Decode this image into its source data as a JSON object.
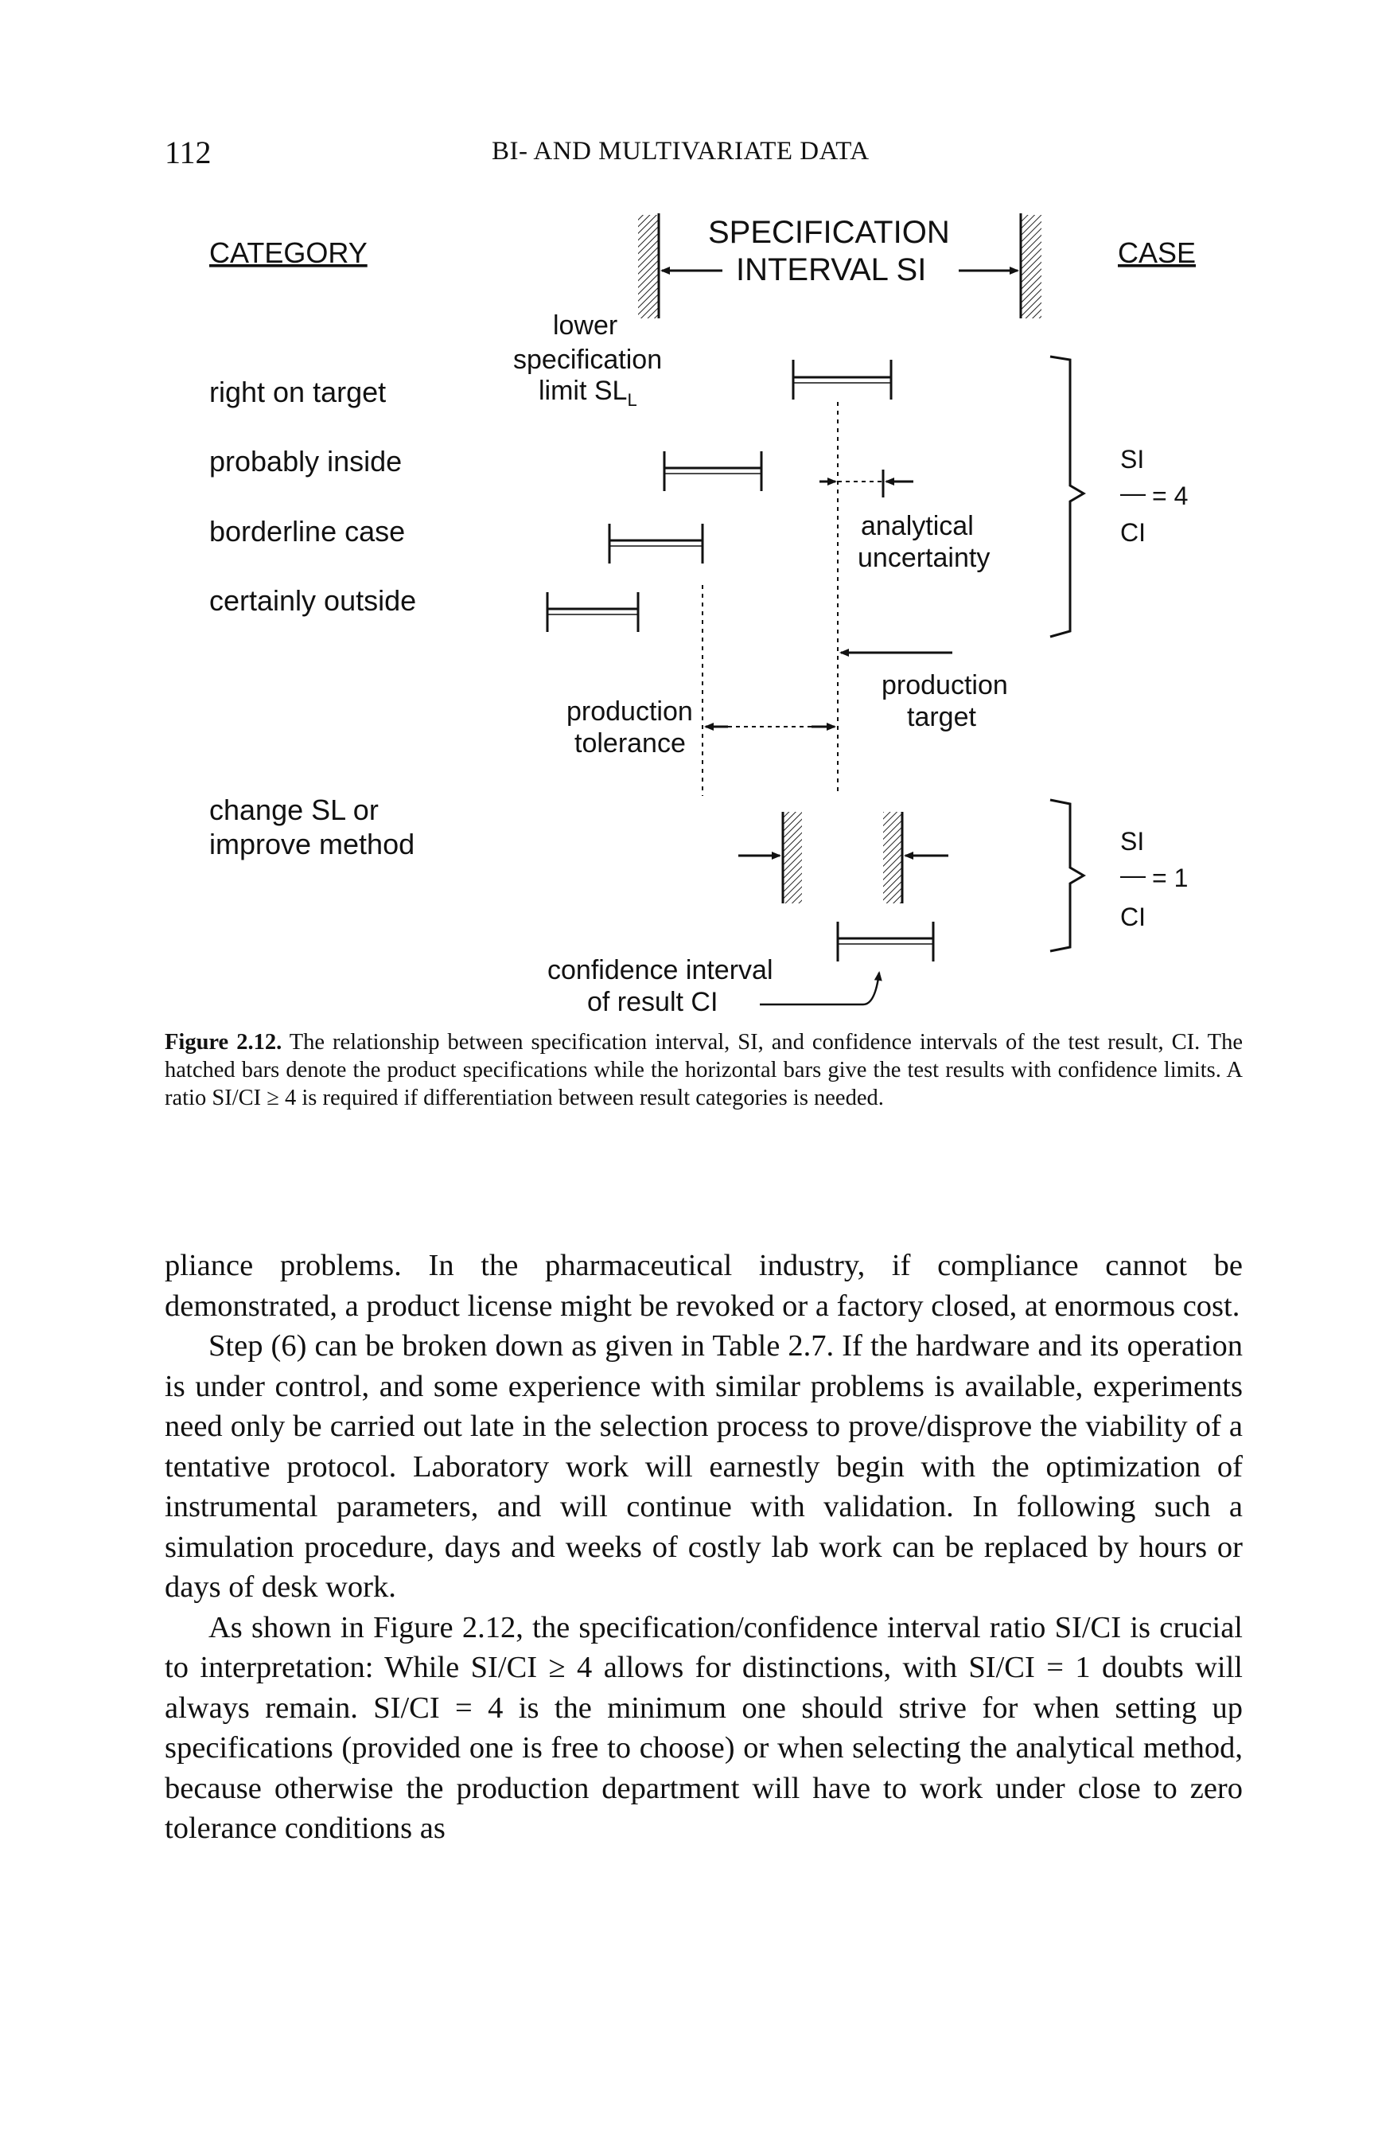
{
  "header": {
    "page_number": "112",
    "running_title": "BI- AND MULTIVARIATE DATA"
  },
  "figure": {
    "category_heading": "CATEGORY",
    "case_heading": "CASE",
    "si_title_line1": "SPECIFICATION",
    "si_title_line2": "INTERVAL SI",
    "categories": [
      "right on target",
      "probably inside",
      "borderline case",
      "certainly outside"
    ],
    "change_line1": "change SL or",
    "change_line2": "improve method",
    "lower_spec_label": [
      "lower",
      "specification",
      "limit SL"
    ],
    "lower_spec_subscript": "L",
    "analytical_uncertainty": [
      "analytical",
      "uncertainty"
    ],
    "production_target": [
      "production",
      "target"
    ],
    "production_tolerance": [
      "production",
      "tolerance"
    ],
    "confidence_interval": [
      "confidence interval",
      "of result CI"
    ],
    "case_ratio_top": {
      "numerator": "SI",
      "equals": "= 4",
      "denominator": "CI"
    },
    "case_ratio_bottom": {
      "numerator": "SI",
      "equals": "= 1",
      "denominator": "CI"
    }
  },
  "caption": {
    "label": "Figure 2.12.",
    "text": "The relationship between specification interval, SI, and confidence intervals of the test result, CI. The hatched bars denote the product specifications while the horizontal bars give the test results with confidence limits. A ratio SI/CI ≥ 4 is required if differentiation between result categories is needed."
  },
  "body": {
    "paragraphs": [
      "pliance problems. In the pharmaceutical industry, if compliance cannot be demonstrated, a product license might be revoked or a factory closed, at enormous cost.",
      "Step (6) can be broken down as given in Table 2.7. If the hardware and its operation is under control, and some experience with similar problems is available, experiments need only be carried out late in the selection process to prove/disprove the viability of a tentative protocol. Laboratory work will earnestly begin with the optimization of instrumental parameters, and will continue with validation. In following such a simulation procedure, days and weeks of costly lab work can be replaced by hours or days of desk work.",
      "As shown in Figure 2.12, the specification/confidence interval ratio SI/CI is crucial to interpretation: While SI/CI ≥ 4 allows for distinctions, with SI/CI = 1 doubts will always remain. SI/CI = 4 is the minimum one should strive for when setting up specifications (provided one is free to choose) or when selecting the analytical method, because otherwise the production department will have to work under close to zero tolerance conditions as"
    ]
  }
}
